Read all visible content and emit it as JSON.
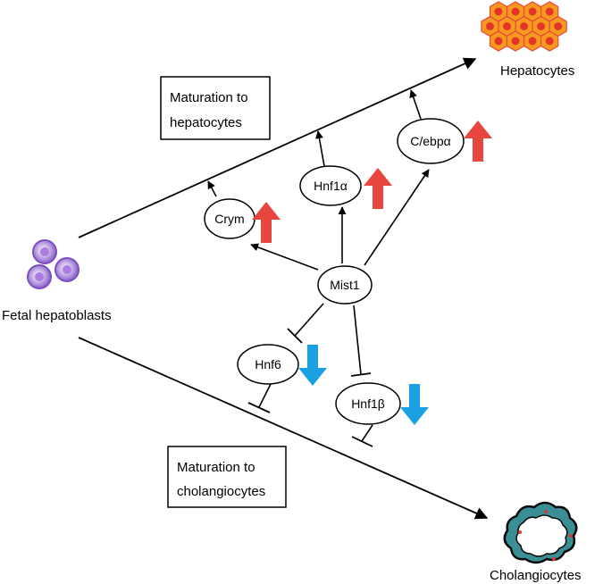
{
  "cells": {
    "fetal": "Fetal hepatoblasts",
    "hepatocytes": "Hepatocytes",
    "cholangiocytes": "Cholangiocytes"
  },
  "boxes": {
    "hep_line1": "Maturation to",
    "hep_line2": "hepatocytes",
    "chol_line1": "Maturation to",
    "chol_line2": "cholangiocytes"
  },
  "genes": {
    "mist1": "Mist1",
    "crym": "Crym",
    "hnf1a": "Hnf1α",
    "cebpa": "C/ebpα",
    "hnf6": "Hnf6",
    "hnf1b": "Hnf1β"
  },
  "regulation": {
    "crym": "up",
    "hnf1a": "up",
    "cebpa": "up",
    "hnf6": "down",
    "hnf1b": "down"
  },
  "colors": {
    "up_arrow": "#e8473f",
    "down_arrow": "#1ba1e2",
    "hexagon_fill": "#f59a1c",
    "hexagon_core": "#e5332a",
    "hepatoblast_fill": "#c9b4e6",
    "cholangiocyte_fill": "#3a8f96"
  }
}
